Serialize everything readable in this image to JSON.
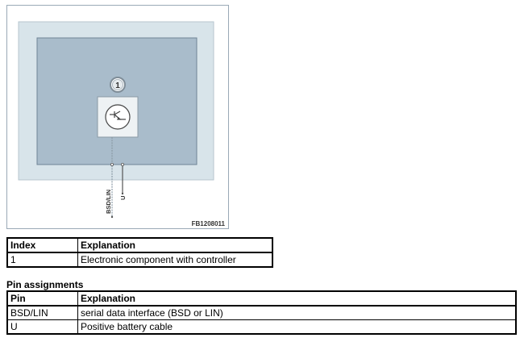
{
  "diagram": {
    "index_marker": "1",
    "pins": [
      "BSD/LIN",
      "U"
    ],
    "figure_id": "FB1208011",
    "colors": {
      "outer_box": "#d8e4ea",
      "inner_box": "#a9bccb",
      "component_box": "#eef2f4"
    }
  },
  "index_table": {
    "headers": [
      "Index",
      "Explanation"
    ],
    "rows": [
      [
        "1",
        "Electronic component with controller"
      ]
    ]
  },
  "pin_section": {
    "heading": "Pin assignments"
  },
  "pin_table": {
    "headers": [
      "Pin",
      "Explanation"
    ],
    "rows": [
      [
        "BSD/LIN",
        "serial data interface (BSD or LIN)"
      ],
      [
        "U",
        "Positive battery cable"
      ]
    ]
  }
}
